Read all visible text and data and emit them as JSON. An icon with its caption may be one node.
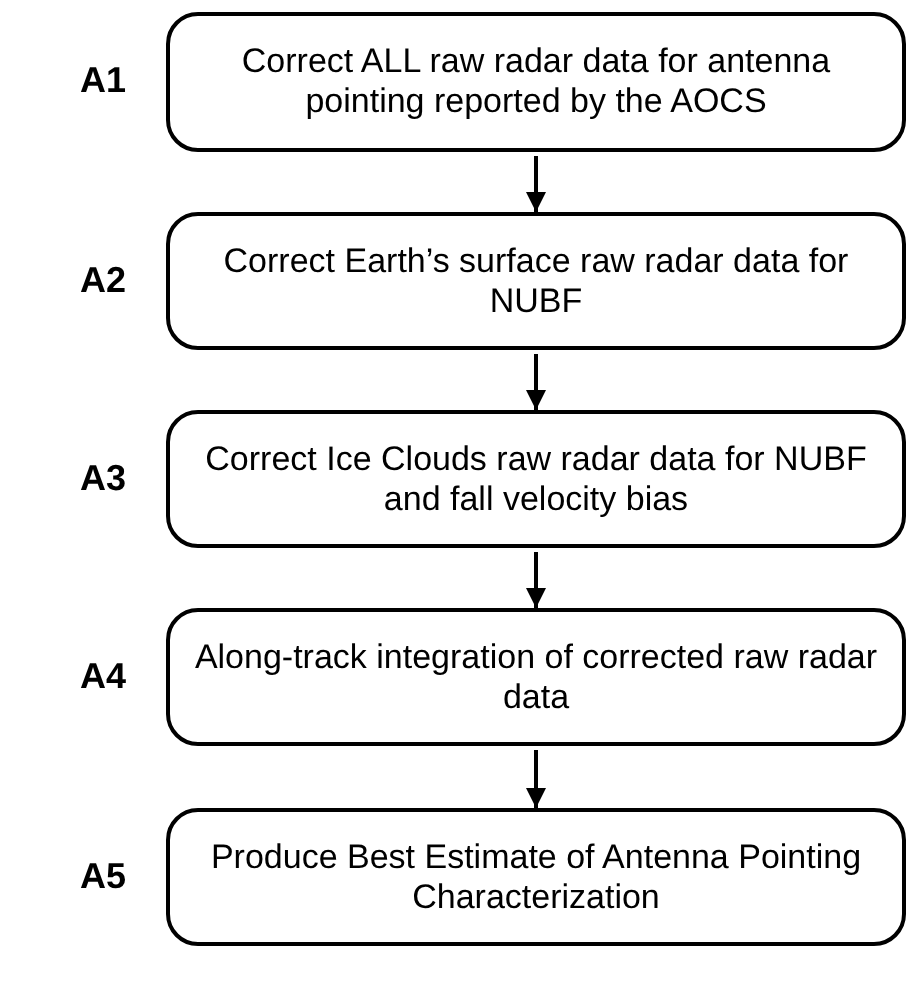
{
  "diagram": {
    "nodes": [
      {
        "text": [
          "Correct ALL raw radar data for antenna pointing reported by the AOCS"
        ],
        "beside": [
          "A1"
        ]
      },
      {
        "text": [
          "Correct Earth’s surface raw radar data for NUBF"
        ],
        "beside": [
          "A2"
        ]
      },
      {
        "text": [
          "Correct Ice Clouds raw radar data for NUBF and fall velocity bias"
        ],
        "beside": [
          "A3"
        ]
      },
      {
        "text": [
          "Along-track integration of corrected raw radar data"
        ],
        "beside": [
          "A4"
        ]
      },
      {
        "text": [
          "Produce Best Estimate of Antenna Pointing Characterization"
        ],
        "beside": [
          "A5"
        ]
      }
    ],
    "edges": [
      {
        "from": 0,
        "to": 1,
        "arrow": "to"
      },
      {
        "from": 1,
        "to": 2,
        "arrow": "to"
      },
      {
        "from": 2,
        "to": 3,
        "arrow": "to"
      },
      {
        "from": 3,
        "to": 4,
        "arrow": "to"
      }
    ]
  }
}
